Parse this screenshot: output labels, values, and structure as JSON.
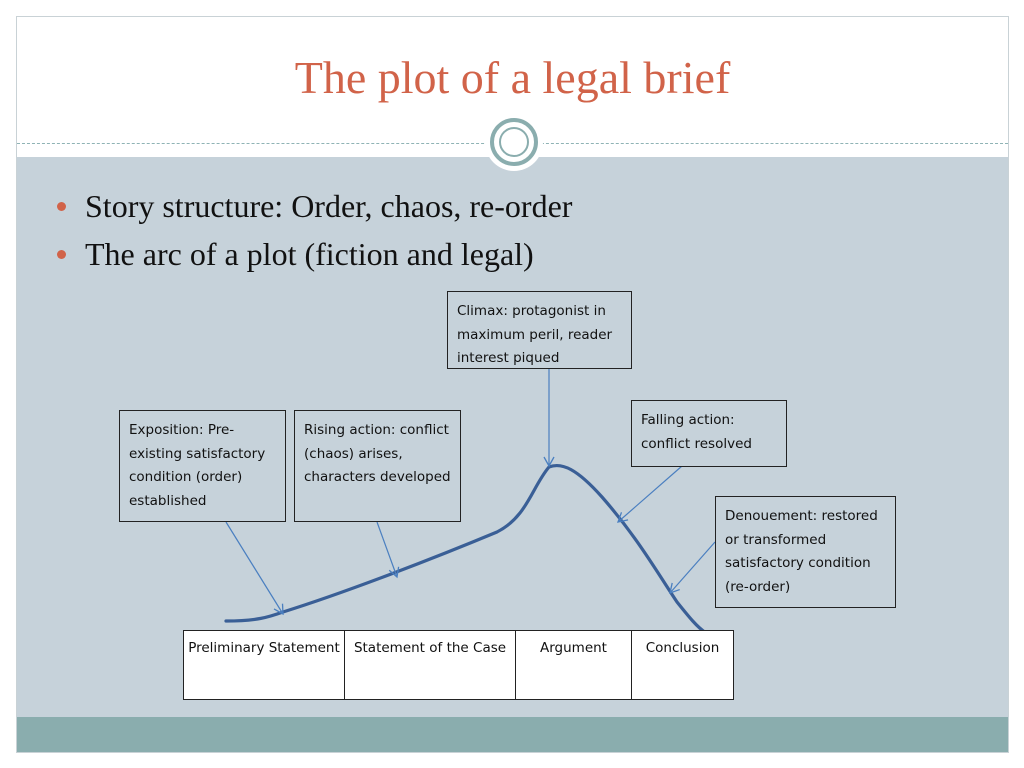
{
  "title": "The plot of a legal brief",
  "bullets": [
    "Story structure: Order, chaos, re-order",
    "The arc of a plot (fiction and legal)"
  ],
  "callouts": {
    "climax": "Climax: protagonist in maximum peril, reader interest piqued",
    "exposition": "Exposition: Pre-existing satisfactory condition  (order) established",
    "rising": "Rising action: conflict (chaos) arises, characters developed",
    "falling": "Falling action: conflict resolved",
    "denouement": "Denouement: restored or transformed satisfactory condition (re-order)"
  },
  "brief_sections": [
    "Preliminary Statement",
    "Statement of the Case",
    "Argument",
    "Conclusion"
  ],
  "colors": {
    "title": "#d16349",
    "content_bg": "#c6d2da",
    "footer": "#8aadae",
    "curve": "#3a5f96",
    "arrow": "#4a7fc0"
  }
}
